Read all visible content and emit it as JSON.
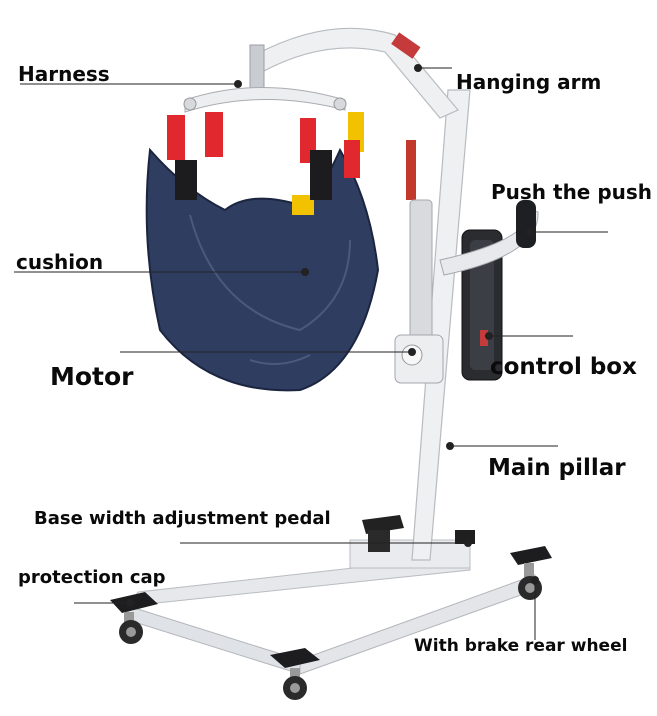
{
  "labels": {
    "harness": "Harness",
    "hanging_arm": "Hanging arm",
    "push": "Push the push",
    "cushion": "cushion",
    "motor": "Motor",
    "control_box": "control box",
    "main_pillar": "Main pillar",
    "base_pedal": "Base width adjustment pedal",
    "protection_cap": "protection cap",
    "rear_wheel": "With brake rear wheel"
  },
  "colors": {
    "frame": "#eceef0",
    "sling": "#2b3a5c",
    "strap_red": "#e0282e",
    "strap_yellow": "#f2c200",
    "black": "#1a1a1a"
  }
}
